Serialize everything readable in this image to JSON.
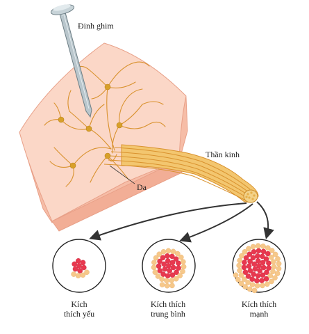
{
  "labels": {
    "pin": "Đinh ghim",
    "nerve": "Thần kinh",
    "skin": "Da"
  },
  "captions": [
    {
      "line1": "Kích",
      "line2": "thích yếu"
    },
    {
      "line1": "Kích thích",
      "line2": "trung bình"
    },
    {
      "line1": "Kích thích",
      "line2": "mạnh"
    }
  ],
  "stimulus_levels": [
    {
      "active_fibers": 7,
      "inactive_fibers": 4
    },
    {
      "active_fibers": 20,
      "inactive_fibers": 22
    },
    {
      "active_fibers": 34,
      "inactive_fibers": 36
    }
  ],
  "colors": {
    "skin_top": "#fbd7c7",
    "skin_side": "#f6bda7",
    "skin_outline": "#e8a088",
    "nerve_fiber": "#d9922e",
    "nerve_fill": "#f3c66f",
    "neuron_body": "#d8a02a",
    "active_fiber": "#e8384f",
    "inactive_fiber": "#f6c88a",
    "arrow": "#333333"
  }
}
